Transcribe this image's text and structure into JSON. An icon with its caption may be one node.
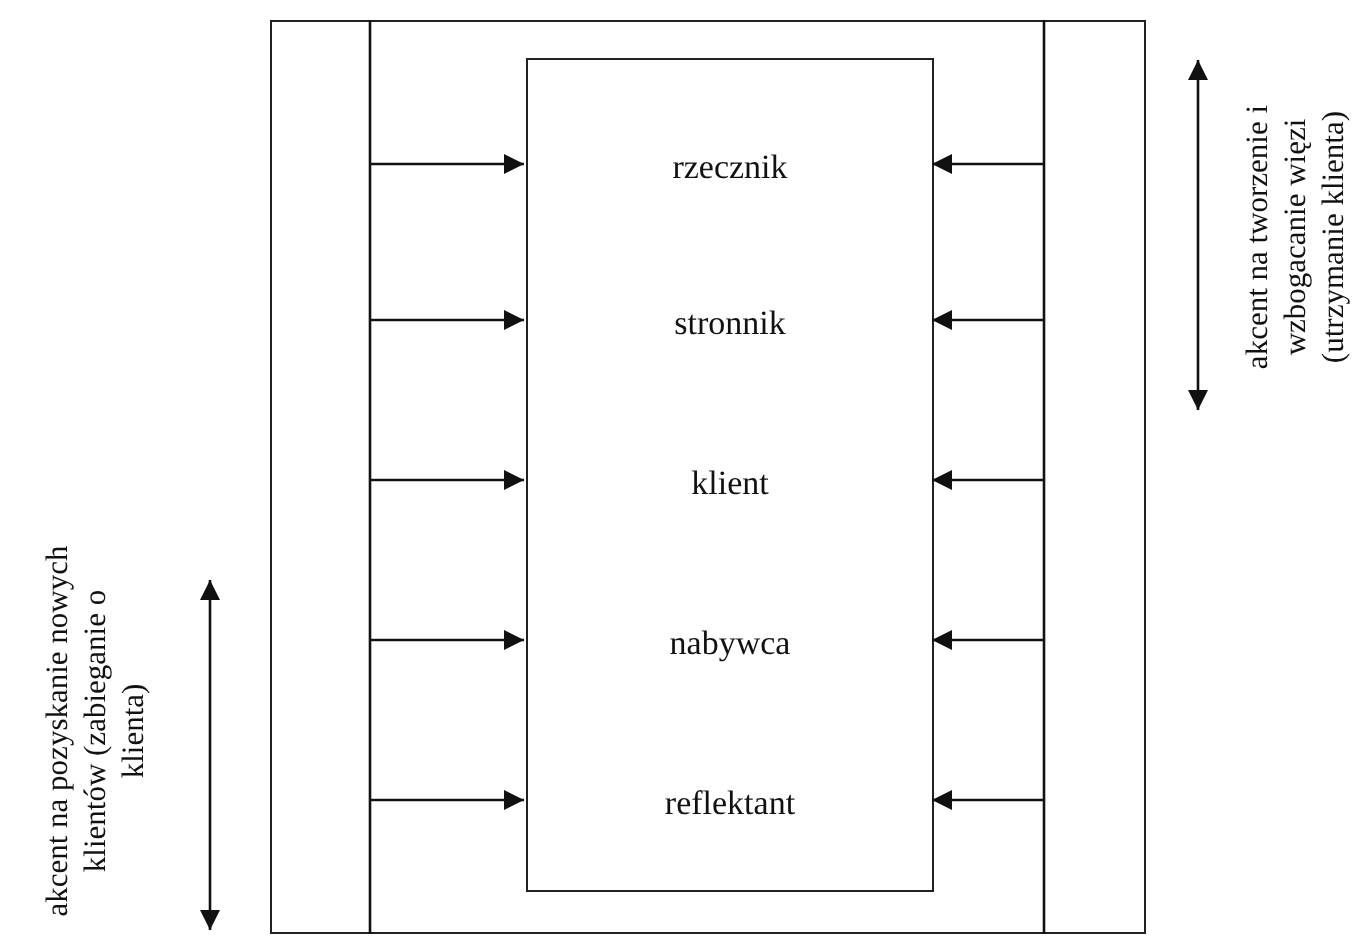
{
  "diagram": {
    "nodes": [
      {
        "text": [],
        "shape": "box"
      },
      {
        "text": [
          "rzecznik",
          "stronnik",
          "klient",
          "nabywca",
          "reflektant"
        ],
        "in": 0
      }
    ],
    "edges": [
      {
        "from": null,
        "to": 1,
        "arrow": "to"
      },
      {
        "from": null,
        "to": 1,
        "arrow": "to"
      },
      {
        "from": null,
        "to": 1,
        "arrow": "to"
      },
      {
        "from": null,
        "to": 1,
        "arrow": "to"
      },
      {
        "from": null,
        "to": 1,
        "arrow": "to"
      },
      {
        "from": null,
        "to": 1,
        "arrow": "to"
      },
      {
        "from": null,
        "to": 1,
        "arrow": "to"
      },
      {
        "from": null,
        "to": 1,
        "arrow": "to"
      },
      {
        "from": null,
        "to": 1,
        "arrow": "to"
      },
      {
        "from": null,
        "to": 1,
        "arrow": "to"
      }
    ],
    "labels": [
      "akcent na pozyskanie nowych klientów (zabieganie o klienta)",
      "akcent na tworzenie i wzbogacanie więzi (utrzymanie klienta)"
    ]
  }
}
